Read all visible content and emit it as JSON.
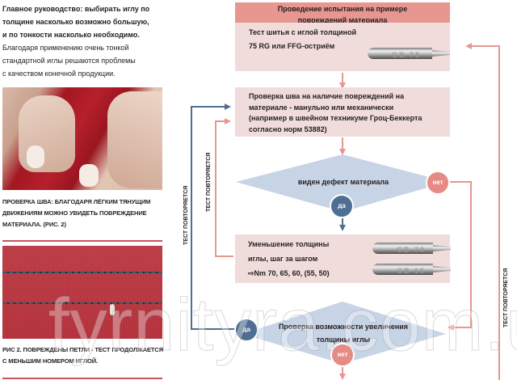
{
  "intro": {
    "bold_lines": [
      "Главное руководство: выбирать иглу по",
      "толщине насколько возможно большую,",
      "и по тонкости насколько необходимо."
    ],
    "lines": [
      "Благодаря применению очень тонкой",
      "стандартной иглы решаются проблемы",
      "с качеством конечной продукции."
    ]
  },
  "photos": [
    {
      "icon": "hands-stretching-seam-photo"
    },
    {
      "icon": "damaged-stitch-fabric-photo"
    }
  ],
  "captions": [
    {
      "lines": [
        "Проверка шва: благодаря лёгким тянущим",
        "движениям можно увидеть повреждение",
        "материала. (Рис. 2)"
      ]
    },
    {
      "lines": [
        "Рис 2. Повреждены петли - тест продолжается",
        "с меньшим номером иглой."
      ]
    }
  ],
  "flowchart": {
    "header": {
      "lines": [
        "Проведение испытания на примере",
        "повреждений материала"
      ]
    },
    "step1": {
      "lines": [
        "Тест шитья с иглой толщиной",
        "75 RG или FFG-остриём"
      ],
      "needle_label": "GB 75"
    },
    "step2": {
      "lines": [
        "Проверка шва на наличие повреждений на",
        "материале - манульно или механически",
        "(например в швейном техникуме Гроц-Беккерта",
        "согласно норм 53882)"
      ]
    },
    "decision1": {
      "text": "виден дефект материала",
      "yes_label": "да",
      "no_label": "нет"
    },
    "step3": {
      "lines": [
        "Уменьшение толщины",
        "иглы, шаг за шагом",
        "⇨Nm 70, 65, 60, (55, 50)"
      ],
      "needle_labels": [
        "GB 70",
        "GB 65"
      ]
    },
    "decision2": {
      "lines": [
        "Проверка возможности увеличения",
        "толщины иглы"
      ],
      "yes_label": "да",
      "no_label": "нет"
    },
    "loop_labels": {
      "left_outer": "ТЕСТ ПОВТОРЯЕТСЯ",
      "left_inner": "ТЕСТ ПОВТОРЯЕТСЯ",
      "right": "ТЕСТ ПОВТОРЯЕТСЯ"
    },
    "colors": {
      "pink_line": "#e79690",
      "blue_line": "#4f6f92",
      "box_bg": "#f1dcdc",
      "header_bg": "#e79690",
      "diamond_bg": "#c7d4e6"
    }
  },
  "watermark": "fyrnityra.com.ua"
}
